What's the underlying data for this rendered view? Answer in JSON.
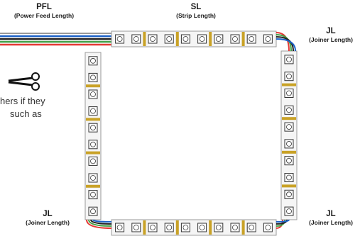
{
  "labels": {
    "pfl": {
      "abbr": "PFL",
      "full": "(Power Feed Length)"
    },
    "sl": {
      "abbr": "SL",
      "full": "(Strip Length)"
    },
    "jl_top_right": {
      "abbr": "JL",
      "full": "(Joiner Length)"
    },
    "jl_bottom_left": {
      "abbr": "JL",
      "full": "(Joiner Length)"
    },
    "jl_bottom_right": {
      "abbr": "JL",
      "full": "(Joiner Length)"
    }
  },
  "note": {
    "line1": "hers if they",
    "line2": "such as"
  },
  "colors": {
    "strip_base": "#f5f5f5",
    "strip_edge": "#9a9a9a",
    "solder_pad": "#c9a227",
    "wire_red": "#e53935",
    "wire_green": "#43a047",
    "wire_blue": "#1e63c8",
    "wire_black": "#222222",
    "label_text": "#1a1a1a"
  },
  "icons": [
    "scissors-icon"
  ]
}
